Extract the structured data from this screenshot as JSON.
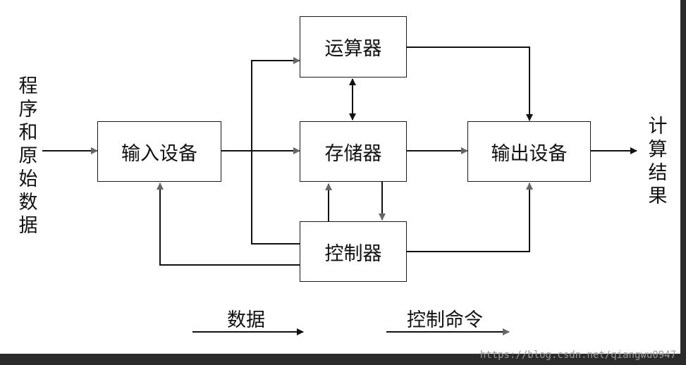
{
  "nodes": {
    "input": "输入设备",
    "alu": "运算器",
    "memory": "存储器",
    "output": "输出设备",
    "controller": "控制器"
  },
  "side_labels": {
    "left": [
      "程",
      "序",
      "和",
      "原",
      "始",
      "数",
      "据"
    ],
    "right": [
      "计",
      "算",
      "结",
      "果"
    ]
  },
  "legend": {
    "data": "数据",
    "control": "控制命令"
  },
  "watermark": "https://blog.csdn.net/qiangwu0947",
  "colors": {
    "data_arrow": "#111111",
    "control_arrow": "#666666",
    "frame": "#ffffff"
  }
}
